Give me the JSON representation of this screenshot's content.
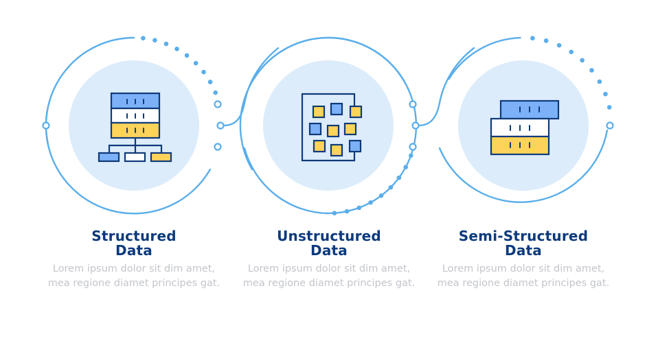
{
  "colors": {
    "ring": "#5aaeea",
    "halo": "#dcecfb",
    "outline": "#0f3a7a",
    "blue_fill": "#7cb1f7",
    "white_fill": "#ffffff",
    "yellow_fill": "#fdd35a",
    "title_text": "#0d3a7c",
    "desc_text": "#c3c5cc"
  },
  "steps": [
    {
      "title_line1": "Structured",
      "title_line2": "Data",
      "description": "Lorem ipsum dolor sit dim amet, mea regione diamet principes gat.",
      "icon": "database-hierarchy-icon"
    },
    {
      "title_line1": "Unstructured",
      "title_line2": "Data",
      "description": "Lorem ipsum dolor sit dim amet, mea regione diamet principes gat.",
      "icon": "scattered-blocks-document-icon"
    },
    {
      "title_line1": "Semi-Structured",
      "title_line2": "Data",
      "description": "Lorem ipsum dolor sit dim amet, mea regione diamet principes gat.",
      "icon": "stacked-layers-icon"
    }
  ]
}
